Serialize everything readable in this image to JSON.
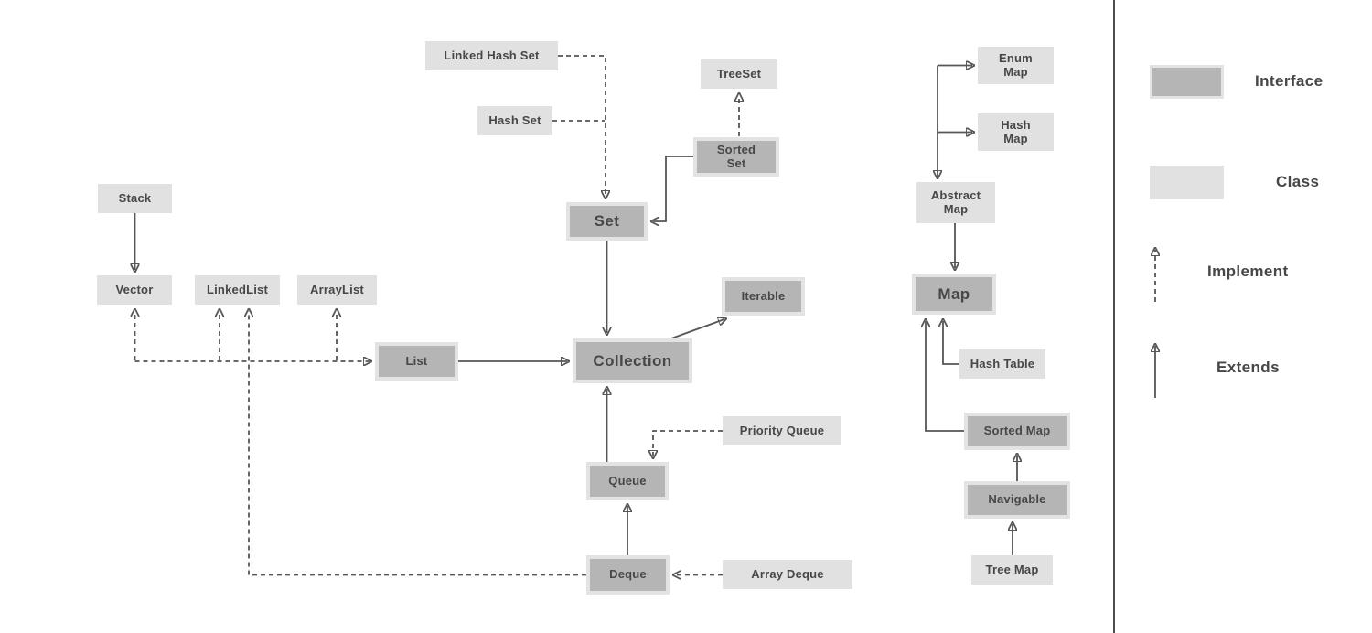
{
  "legend": {
    "interface_label": "Interface",
    "class_label": "Class",
    "implement_label": "Implement",
    "extends_label": "Extends"
  },
  "colors": {
    "background": "#ffffff",
    "interface_fill": "#b5b5b5",
    "interface_border": "#e3e3e3",
    "class_fill": "#e1e1e1",
    "text_color": "#474747",
    "arrow_color": "#565656",
    "divider_color": "#4d4d4d"
  },
  "nodes": {
    "linked_hash_set": {
      "label": "Linked Hash Set",
      "type": "class"
    },
    "tree_set": {
      "label": "TreeSet",
      "type": "class"
    },
    "hash_set": {
      "label": "Hash Set",
      "type": "class"
    },
    "sorted_set": {
      "label": "Sorted\nSet",
      "type": "interface"
    },
    "stack": {
      "label": "Stack",
      "type": "class"
    },
    "set": {
      "label": "Set",
      "type": "interface"
    },
    "vector": {
      "label": "Vector",
      "type": "class"
    },
    "linked_list": {
      "label": "LinkedList",
      "type": "class"
    },
    "array_list": {
      "label": "ArrayList",
      "type": "class"
    },
    "iterable": {
      "label": "Iterable",
      "type": "interface"
    },
    "list": {
      "label": "List",
      "type": "interface"
    },
    "collection": {
      "label": "Collection",
      "type": "interface"
    },
    "priority_queue": {
      "label": "Priority Queue",
      "type": "class"
    },
    "queue": {
      "label": "Queue",
      "type": "interface"
    },
    "deque": {
      "label": "Deque",
      "type": "interface"
    },
    "array_deque": {
      "label": "Array Deque",
      "type": "class"
    },
    "enum_map": {
      "label": "Enum\nMap",
      "type": "class"
    },
    "hash_map": {
      "label": "Hash\nMap",
      "type": "class"
    },
    "abstract_map": {
      "label": "Abstract\nMap",
      "type": "class"
    },
    "map": {
      "label": "Map",
      "type": "interface"
    },
    "hash_table": {
      "label": "Hash Table",
      "type": "class"
    },
    "sorted_map": {
      "label": "Sorted Map",
      "type": "interface"
    },
    "navigable": {
      "label": "Navigable",
      "type": "interface"
    },
    "tree_map": {
      "label": "Tree Map",
      "type": "class"
    }
  },
  "edges": [
    {
      "from": "stack",
      "to": "vector",
      "type": "extends"
    },
    {
      "from": "vector",
      "to": "list",
      "type": "implement"
    },
    {
      "from": "linked_list",
      "to": "list",
      "type": "implement"
    },
    {
      "from": "array_list",
      "to": "list",
      "type": "implement"
    },
    {
      "from": "linked_list",
      "to": "deque",
      "type": "implement"
    },
    {
      "from": "list",
      "to": "collection",
      "type": "extends"
    },
    {
      "from": "set",
      "to": "collection",
      "type": "extends"
    },
    {
      "from": "collection",
      "to": "iterable",
      "type": "extends"
    },
    {
      "from": "sorted_set",
      "to": "set",
      "type": "extends"
    },
    {
      "from": "tree_set",
      "to": "sorted_set",
      "type": "implement"
    },
    {
      "from": "linked_hash_set",
      "to": "set",
      "type": "implement"
    },
    {
      "from": "hash_set",
      "to": "set",
      "type": "implement"
    },
    {
      "from": "queue",
      "to": "collection",
      "type": "extends"
    },
    {
      "from": "deque",
      "to": "queue",
      "type": "extends"
    },
    {
      "from": "priority_queue",
      "to": "queue",
      "type": "implement"
    },
    {
      "from": "array_deque",
      "to": "deque",
      "type": "implement"
    },
    {
      "from": "enum_map",
      "to": "abstract_map",
      "type": "extends"
    },
    {
      "from": "hash_map",
      "to": "abstract_map",
      "type": "extends"
    },
    {
      "from": "abstract_map",
      "to": "map",
      "type": "extends"
    },
    {
      "from": "hash_table",
      "to": "map",
      "type": "extends"
    },
    {
      "from": "sorted_map",
      "to": "map",
      "type": "extends"
    },
    {
      "from": "navigable",
      "to": "sorted_map",
      "type": "extends"
    },
    {
      "from": "tree_map",
      "to": "navigable",
      "type": "extends"
    }
  ]
}
